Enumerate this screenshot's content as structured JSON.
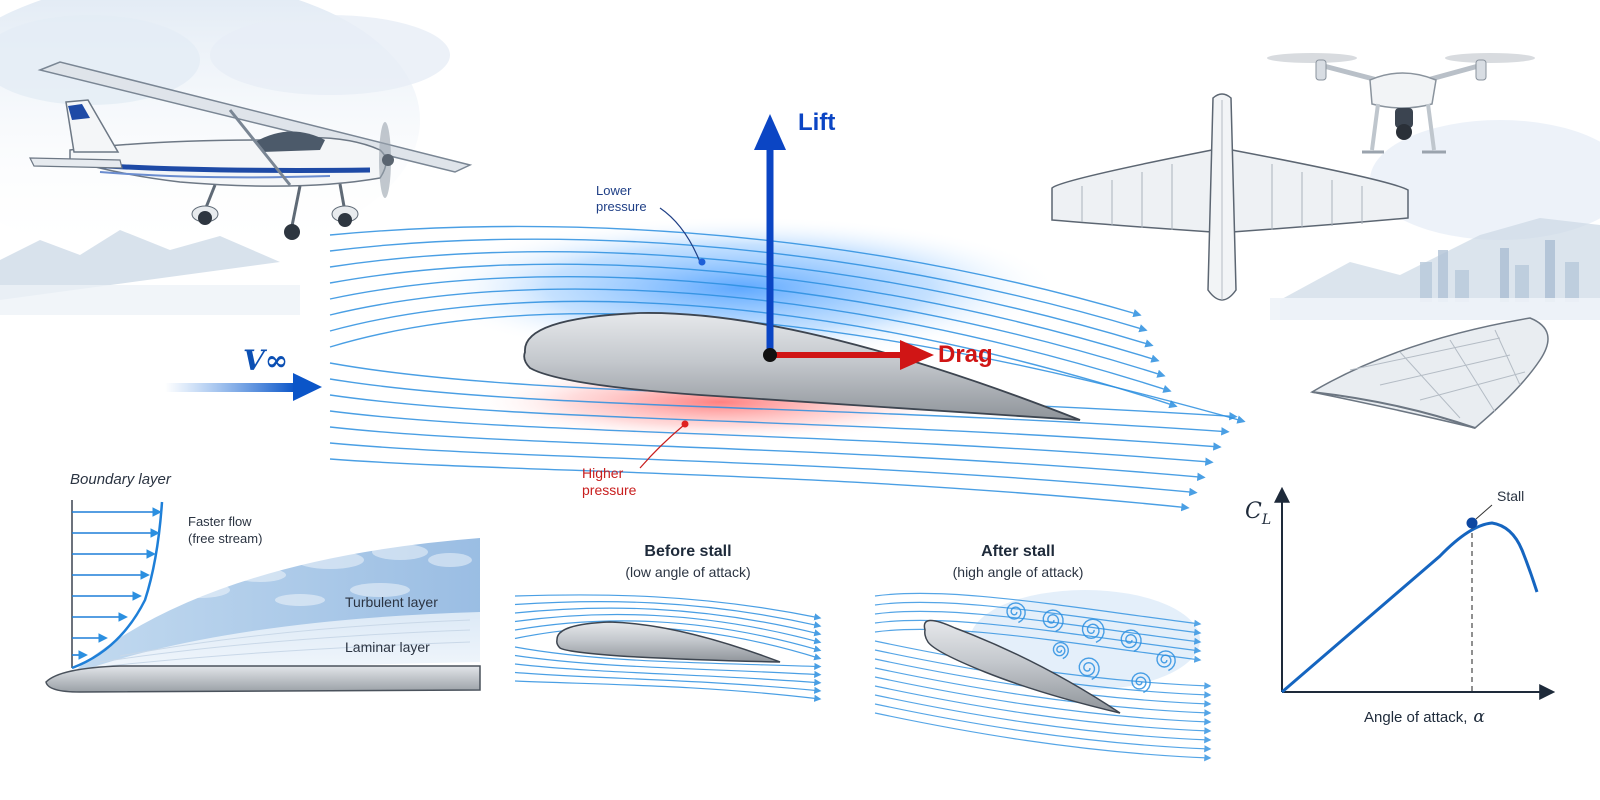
{
  "freestream": {
    "symbol": "V∞"
  },
  "forces": {
    "lift": "Lift",
    "drag": "Drag"
  },
  "pressure": {
    "lower_line1": "Lower",
    "lower_line2": "pressure",
    "higher_line1": "Higher",
    "higher_line2": "pressure"
  },
  "boundary_layer": {
    "title": "Boundary layer",
    "faster_line1": "Faster flow",
    "faster_line2": "(free stream)",
    "turbulent": "Turbulent layer",
    "laminar": "Laminar layer"
  },
  "stall": {
    "before_title": "Before stall",
    "before_sub": "(low angle of attack)",
    "after_title": "After stall",
    "after_sub": "(high angle of attack)"
  },
  "lift_curve": {
    "ylabel": "C",
    "ylabel_sub": "L",
    "xlabel": "Angle of attack,",
    "xlabel_symbol": "α",
    "stall_label": "Stall"
  },
  "colors": {
    "flow": "#2b8fe0",
    "lift": "#0b45c4",
    "drag": "#d01515",
    "low_pressure": "#1e90ff",
    "high_pressure": "#ff5a5a"
  }
}
